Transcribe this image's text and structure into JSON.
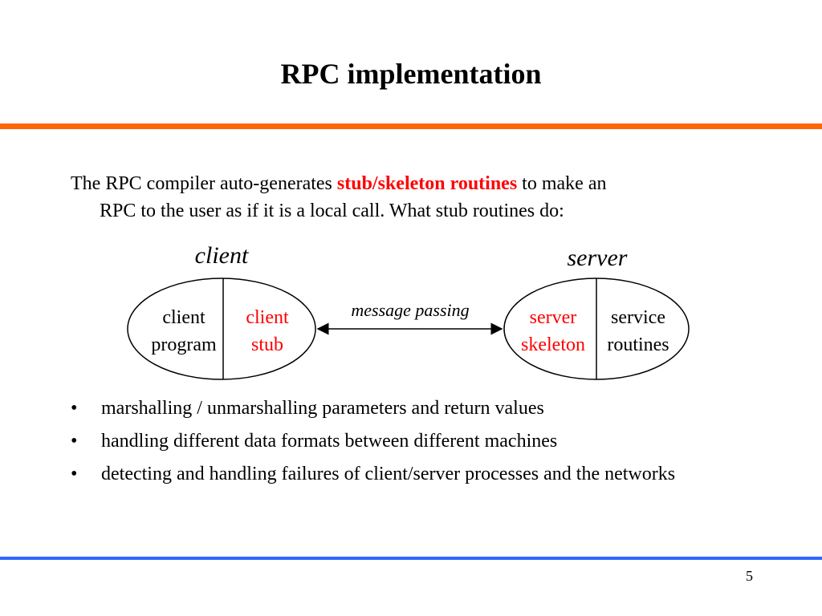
{
  "title": "RPC implementation",
  "intro": {
    "before": "The RPC compiler auto-generates ",
    "highlight": "stub/skeleton routines",
    "after": " to make an",
    "line2": "RPC to the user as if it is a local call. What stub routines do:"
  },
  "diagram": {
    "client_heading": "client",
    "server_heading": "server",
    "client_left": [
      "client",
      "program"
    ],
    "client_right": [
      "client",
      "stub"
    ],
    "server_left": [
      "server",
      "skeleton"
    ],
    "server_right": [
      "service",
      "routines"
    ],
    "arrow_label": "message passing"
  },
  "bullets": [
    "marshalling / unmarshalling parameters and return values",
    "handling different data formats between different machines",
    "detecting and handling failures of client/server processes and the networks"
  ],
  "bullet_glyph": "•",
  "page_number": "5",
  "colors": {
    "highlight": "#ff0000",
    "top_rule": "#ff6600",
    "bottom_rule": "#3366ff"
  }
}
